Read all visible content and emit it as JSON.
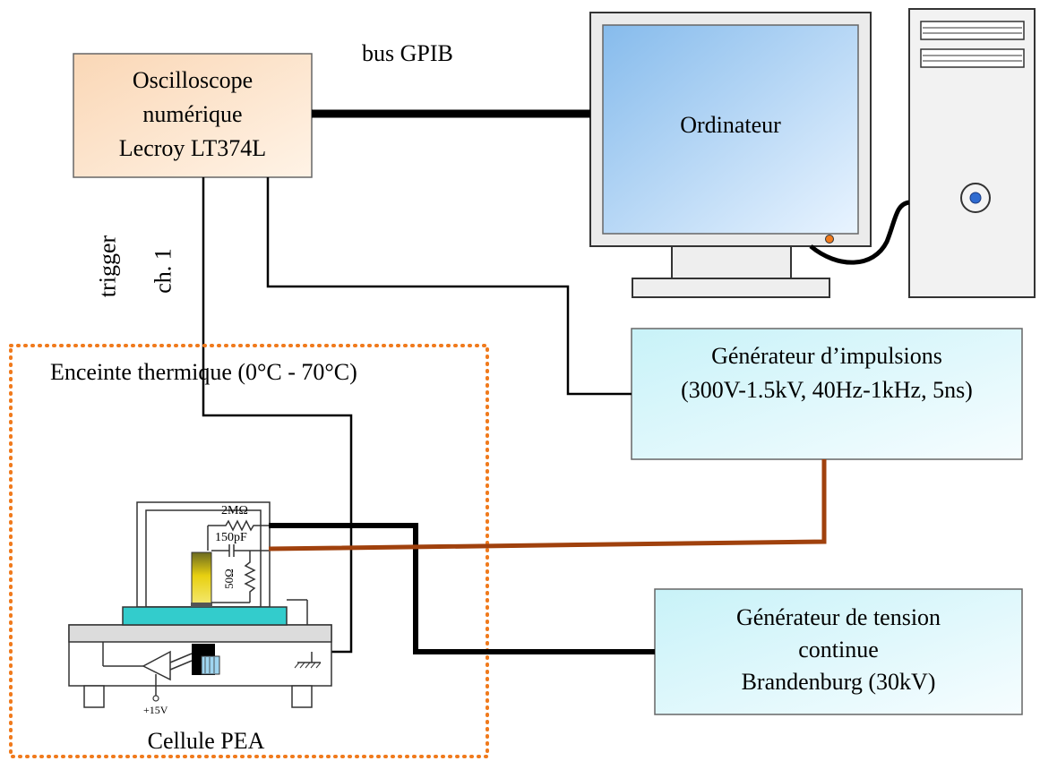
{
  "oscilloscope": {
    "line1": "Oscilloscope",
    "line2": "numérique",
    "line3": "Lecroy LT374L"
  },
  "bus_label": "bus GPIB",
  "computer_label": "Ordinateur",
  "trigger_label": "trigger",
  "ch1_label": "ch. 1",
  "enclosure_label": "Enceinte thermique (0°C - 70°C)",
  "pulse_generator": {
    "line1": "Générateur d’impulsions",
    "line2": "(300V-1.5kV, 40Hz-1kHz, 5ns)"
  },
  "dc_generator": {
    "line1": "Générateur de tension",
    "line2": "continue",
    "line3": "Brandenburg (30kV)"
  },
  "cell_label": "Cellule PEA",
  "components": {
    "resistor_2m": "2MΩ",
    "capacitor": "150pF",
    "resistor_50": "50Ω",
    "supply": "+15V"
  },
  "colors": {
    "oscilloscope_fill_start": "#fad7b6",
    "oscilloscope_fill_end": "#fff3e6",
    "pulse_fill_start": "#c8f2f8",
    "pulse_fill_end": "#f6fdff",
    "screen_fill": "#a9d2f5",
    "enclosure_dots": "#f07a1c",
    "hv_wire": "#a0410d",
    "sample": "#33cccc",
    "sensor": "#e8d010"
  }
}
